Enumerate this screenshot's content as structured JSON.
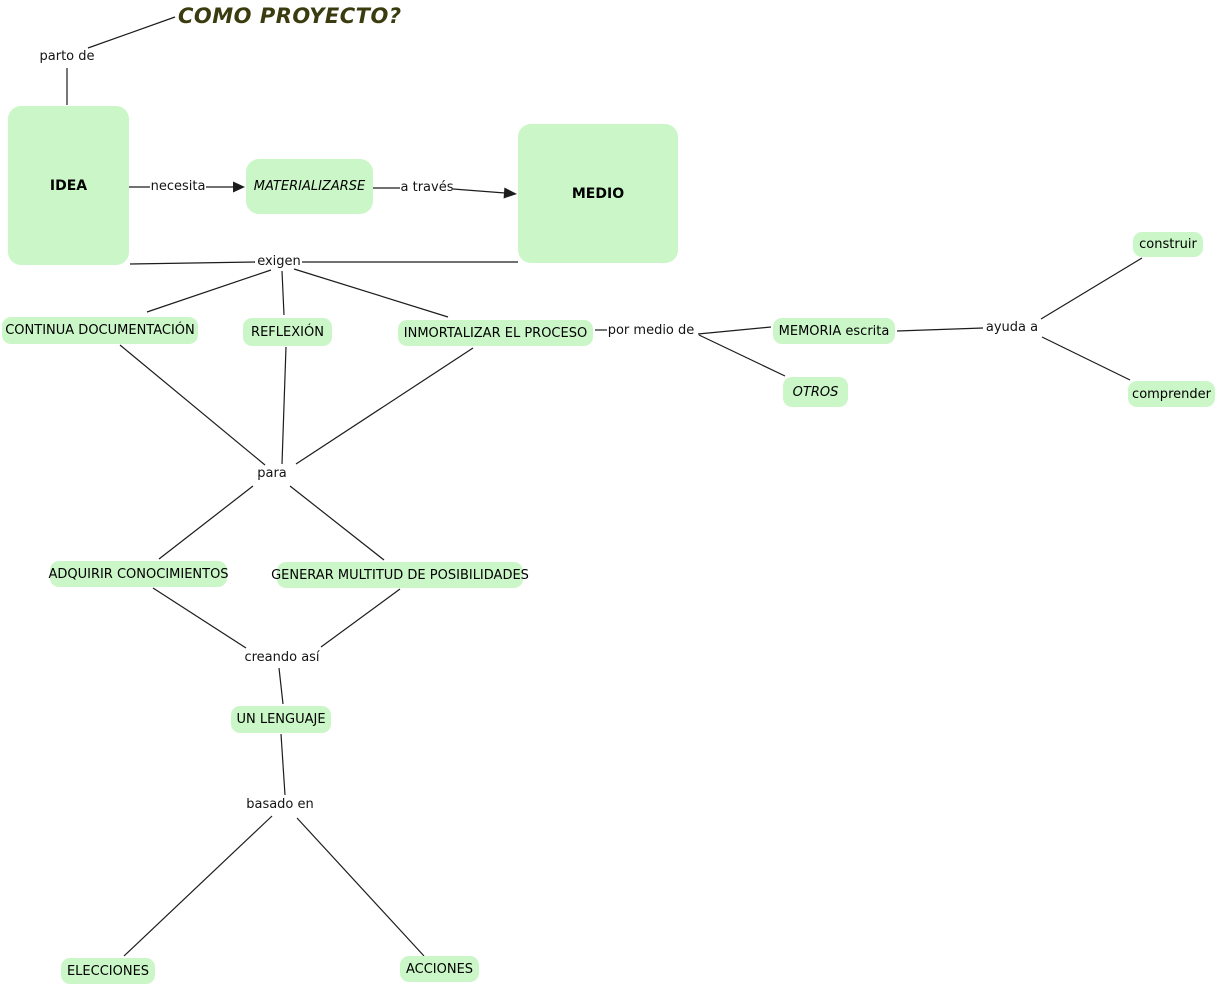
{
  "title": "COMO PROYECTO?",
  "nodes": {
    "idea": "IDEA",
    "materializarse": "MATERIALIZARSE",
    "medio": "MEDIO",
    "continua_documentacion": "CONTINUA DOCUMENTACIÓN",
    "reflexion": "REFLEXIÓN",
    "inmortalizar_el_proceso": "INMORTALIZAR EL PROCESO",
    "memoria_escrita": "MEMORIA escrita",
    "otros": "OTROS",
    "construir": "construir",
    "comprender": "comprender",
    "adquirir_conocimientos": "ADQUIRIR CONOCIMIENTOS",
    "generar_multitud": "GENERAR MULTITUD DE POSIBILIDADES",
    "un_lenguaje": "UN LENGUAJE",
    "elecciones": "ELECCIONES",
    "acciones": "ACCIONES"
  },
  "link_labels": {
    "parto_de": "parto de",
    "necesita": "necesita",
    "a_traves": "a través",
    "exigen": "exigen",
    "por_medio_de": "por medio de",
    "ayuda_a": "ayuda a",
    "para": "para",
    "creando_asi": "creando así",
    "basado_en": "basado en"
  },
  "edges": [
    {
      "from": [
        "COMO PROYECTO?"
      ],
      "label": "parto de",
      "to": [
        "IDEA"
      ],
      "arrow": false
    },
    {
      "from": [
        "IDEA"
      ],
      "label": "necesita",
      "to": [
        "MATERIALIZARSE"
      ],
      "arrow": true
    },
    {
      "from": [
        "MATERIALIZARSE"
      ],
      "label": "a través",
      "to": [
        "MEDIO"
      ],
      "arrow": true
    },
    {
      "from": [
        "IDEA",
        "MEDIO"
      ],
      "label": "exigen",
      "to": [
        "CONTINUA DOCUMENTACIÓN",
        "REFLEXIÓN",
        "INMORTALIZAR EL PROCESO"
      ],
      "arrow": false
    },
    {
      "from": [
        "INMORTALIZAR EL PROCESO"
      ],
      "label": "por medio de",
      "to": [
        "MEMORIA escrita",
        "OTROS"
      ],
      "arrow": false
    },
    {
      "from": [
        "MEMORIA escrita"
      ],
      "label": "ayuda a",
      "to": [
        "construir",
        "comprender"
      ],
      "arrow": false
    },
    {
      "from": [
        "CONTINUA DOCUMENTACIÓN",
        "REFLEXIÓN",
        "INMORTALIZAR EL PROCESO"
      ],
      "label": "para",
      "to": [
        "ADQUIRIR CONOCIMIENTOS",
        "GENERAR MULTITUD DE POSIBILIDADES"
      ],
      "arrow": false
    },
    {
      "from": [
        "ADQUIRIR CONOCIMIENTOS",
        "GENERAR MULTITUD DE POSIBILIDADES"
      ],
      "label": "creando así",
      "to": [
        "UN LENGUAJE"
      ],
      "arrow": false
    },
    {
      "from": [
        "UN LENGUAJE"
      ],
      "label": "basado en",
      "to": [
        "ELECCIONES",
        "ACCIONES"
      ],
      "arrow": false
    }
  ],
  "colors": {
    "node_fill": "#cbf7c8",
    "title_color": "#3b3b10",
    "line_color": "#1c1c1c"
  }
}
